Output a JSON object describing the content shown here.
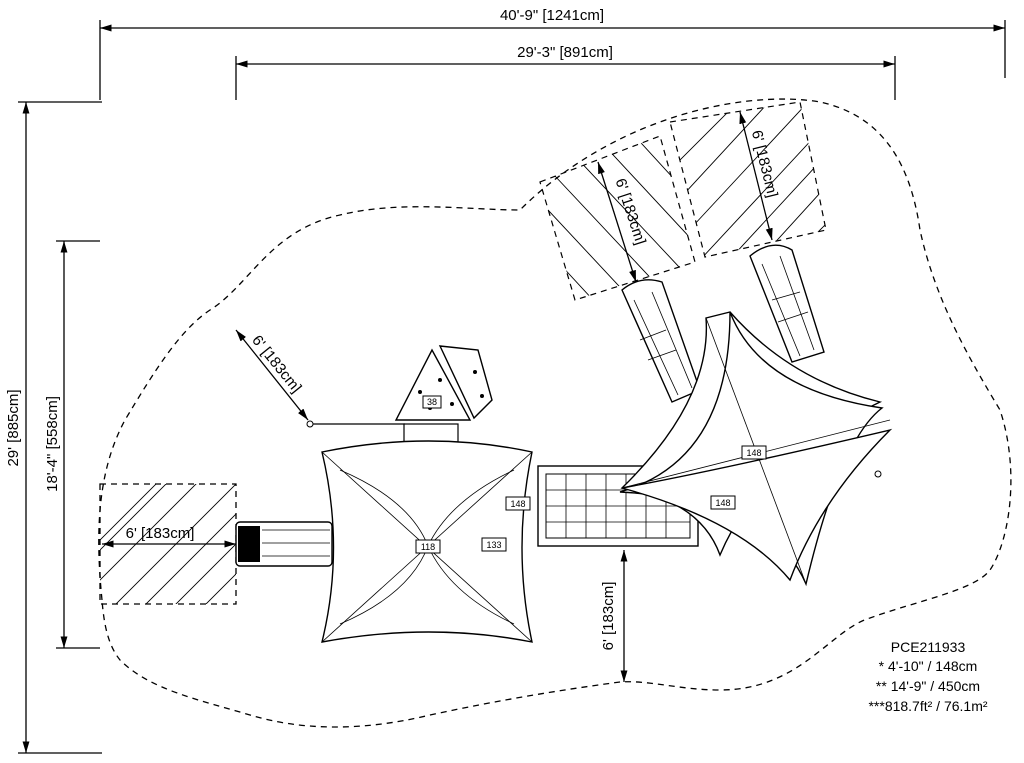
{
  "dimensions": {
    "overall_width": "40'-9\" [1241cm]",
    "structure_width": "29'-3\" [891cm]",
    "overall_depth": "29' [885cm]",
    "structure_depth": "18'-4\" [558cm]",
    "clearance_left": "6' [183cm]",
    "clearance_topleft": "6' [183cm]",
    "clearance_slide1": "6' [183cm]",
    "clearance_slide2": "6' [183cm]",
    "clearance_bottom": "6' [183cm]"
  },
  "components": {
    "c38": "38",
    "c118": "118",
    "c133": "133",
    "c148a": "148",
    "c148b": "148",
    "c148c": "148"
  },
  "info": {
    "model": "PCE211933",
    "height": "* 4'-10\" / 148cm",
    "length": "** 14'-9\" / 450cm",
    "area": "***818.7ft² / 76.1m²"
  }
}
